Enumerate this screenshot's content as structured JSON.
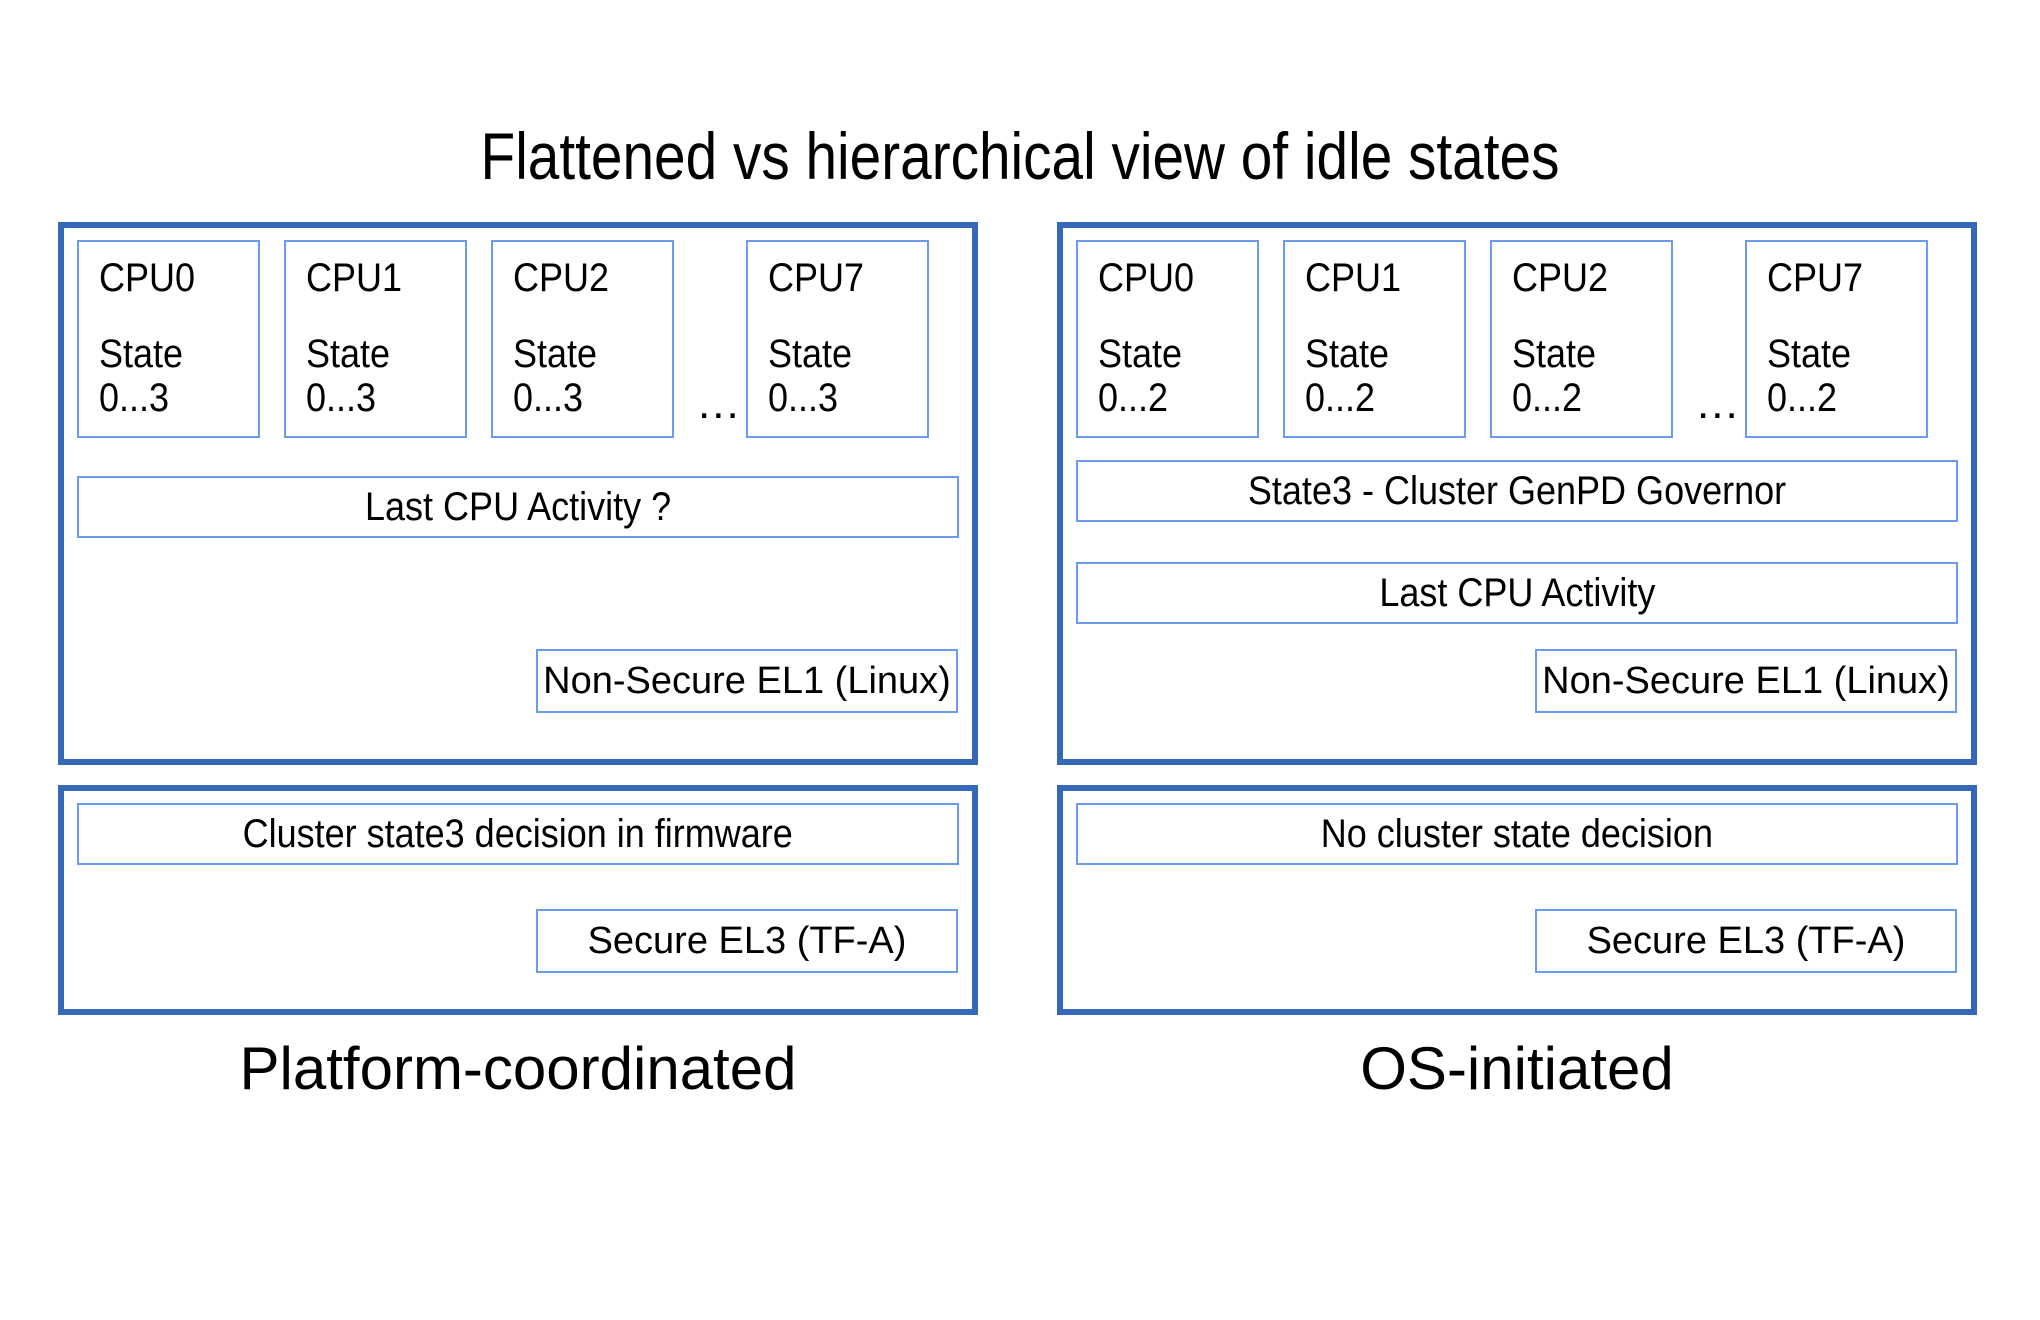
{
  "title": "Flattened vs hierarchical view of idle states",
  "columns": [
    {
      "caption": "Platform-coordinated",
      "ellipsis": "...",
      "cpus": [
        {
          "name": "CPU0",
          "state_label": "State",
          "state_range": "0...3"
        },
        {
          "name": "CPU1",
          "state_label": "State",
          "state_range": "0...3"
        },
        {
          "name": "CPU2",
          "state_label": "State",
          "state_range": "0...3"
        },
        {
          "name": "CPU7",
          "state_label": "State",
          "state_range": "0...3"
        }
      ],
      "bars": {
        "governor": null,
        "last_cpu_activity": "Last CPU Activity ?",
        "cluster_decision": "Cluster state3 decision in firmware"
      },
      "el1_tag": "Non-Secure EL1 (Linux)",
      "el3_tag": "Secure EL3 (TF-A)"
    },
    {
      "caption": "OS-initiated",
      "ellipsis": "...",
      "cpus": [
        {
          "name": "CPU0",
          "state_label": "State",
          "state_range": "0...2"
        },
        {
          "name": "CPU1",
          "state_label": "State",
          "state_range": "0...2"
        },
        {
          "name": "CPU2",
          "state_label": "State",
          "state_range": "0...2"
        },
        {
          "name": "CPU7",
          "state_label": "State",
          "state_range": "0...2"
        }
      ],
      "bars": {
        "governor": "State3 - Cluster GenPD Governor",
        "last_cpu_activity": "Last CPU Activity",
        "cluster_decision": "No cluster state decision"
      },
      "el1_tag": "Non-Secure EL1 (Linux)",
      "el3_tag": "Secure EL3 (TF-A)"
    }
  ],
  "colors": {
    "panel_border": "#3568b8",
    "box_border": "#6b9bf0",
    "background": "#ffffff",
    "text": "#000000"
  }
}
